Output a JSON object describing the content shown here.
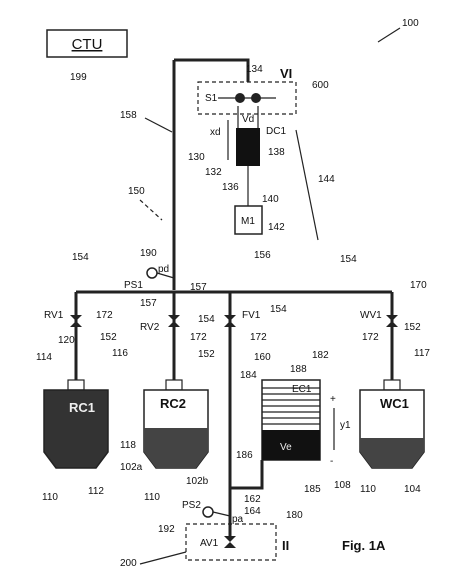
{
  "figure": {
    "caption": "Fig. 1A",
    "ref_system": "100"
  },
  "ctu": {
    "label": "CTU",
    "ref": "199"
  },
  "units": {
    "vi": "VI",
    "ii": "II",
    "s1": "S1",
    "dc1": "DC1",
    "vd": "Vd",
    "xd": "xd",
    "m1": "M1",
    "ps1": "PS1",
    "pd": "pd",
    "ps2": "PS2",
    "pa": "pa",
    "av1": "AV1",
    "rv1": "RV1",
    "rv2": "RV2",
    "fv1": "FV1",
    "wv1": "WV1",
    "rc1": "RC1",
    "rc2": "RC2",
    "ec1": "EC1",
    "wc1": "WC1",
    "ve": "Ve",
    "y1": "y1",
    "plus": "+",
    "minus": "-"
  },
  "refs": {
    "r134": "134",
    "r600": "600",
    "r158": "158",
    "r138": "138",
    "r130": "130",
    "r132": "132",
    "r136": "136",
    "r140": "140",
    "r142": "142",
    "r144": "144",
    "r150": "150",
    "r190": "190",
    "r154a": "154",
    "r156": "156",
    "r154b": "154",
    "r170": "170",
    "r157a": "157",
    "r157b": "157",
    "r154c": "154",
    "r154d": "154",
    "r172a": "172",
    "r172b": "172",
    "r172c": "172",
    "r172d": "172",
    "r120": "120",
    "r152a": "152",
    "r116": "116",
    "r114": "114",
    "r152b": "152",
    "r160": "160",
    "r182": "182",
    "r184": "184",
    "r188": "188",
    "r152c": "152",
    "r117": "117",
    "r118": "118",
    "r102a": "102a",
    "r102b": "102b",
    "r112": "112",
    "r110a": "110",
    "r110b": "110",
    "r110c": "110",
    "r186": "186",
    "r185": "185",
    "r108": "108",
    "r104": "104",
    "r162": "162",
    "r164": "164",
    "r180": "180",
    "r192": "192",
    "r200": "200"
  }
}
